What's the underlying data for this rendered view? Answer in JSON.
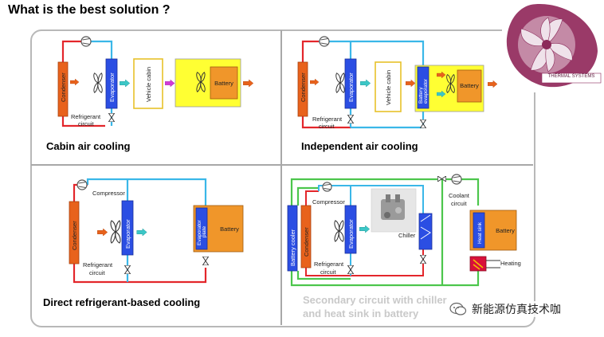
{
  "title": "What is the best solution ?",
  "panels": {
    "p1": {
      "title": "Cabin air cooling",
      "condenser": "Condenser",
      "evaporator": "Evaporator",
      "refrigerant_circuit": [
        "Refrigerant",
        "circuit"
      ],
      "vehicle_cabin": "Vehicle cabin",
      "battery": "Battery"
    },
    "p2": {
      "title": "Independent air cooling",
      "condenser": "Condenser",
      "evaporator": "Evaporator",
      "refrigerant_circuit": [
        "Refrigerant",
        "circuit"
      ],
      "vehicle_cabin": "Vehicle cabin",
      "battery_evaporator": [
        "Battery",
        "evaporator"
      ],
      "battery": "Battery"
    },
    "p3": {
      "title": "Direct refrigerant-based cooling",
      "compressor": "Compressor",
      "condenser": "Condenser",
      "evaporator": "Evaporator",
      "refrigerant_circuit": [
        "Refrigerant",
        "circuit"
      ],
      "evaporator_plate": [
        "Evaporator",
        "plate"
      ],
      "battery": "Battery"
    },
    "p4": {
      "title_line1": "Secondary circuit with chiller",
      "title_line2": "and heat sink in battery",
      "compressor": "Compressor",
      "battery_cooler": "Battery cooler",
      "condenser": "Condenser",
      "evaporator": "Evaporator",
      "refrigerant_circuit": [
        "Refrigerant",
        "circuit"
      ],
      "chiller": "Chiller",
      "coolant_circuit": [
        "Coolant",
        "circuit"
      ],
      "heat_sink": "Heat sink",
      "battery": "Battery",
      "heating": "Heating"
    }
  },
  "logo": {
    "caption": "THERMAL SYSTEMS"
  },
  "watermark": "新能源仿真技术咖",
  "colors": {
    "refrigerant_hot": "#e3262b",
    "refrigerant_cold": "#3ab7e8",
    "coolant": "#4cc64c",
    "condenser": "#e8621c",
    "evaporator": "#2b4ee3",
    "battery": "#f0962a",
    "battery_bg": "#ffff33",
    "heating": "#d8103a",
    "logo": "#8c2a5a"
  }
}
